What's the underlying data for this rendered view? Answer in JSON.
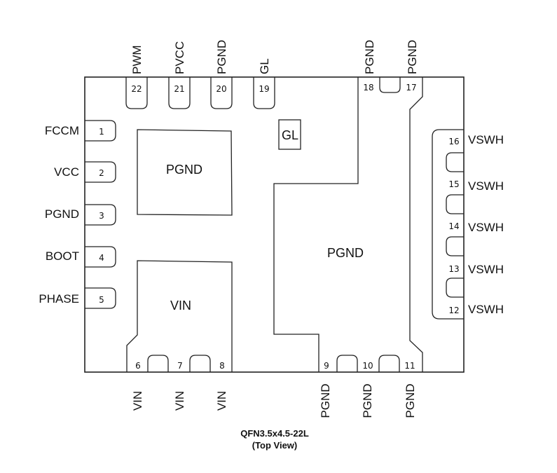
{
  "package": {
    "caption_line1": "QFN3.5x4.5-22L",
    "caption_line2": "(Top View)"
  },
  "pads": {
    "pgnd_top_left": "PGND",
    "vin": "VIN",
    "gl_small": "GL",
    "pgnd_large": "PGND"
  },
  "pins": {
    "top": [
      {
        "num": "22",
        "name": "PWM"
      },
      {
        "num": "21",
        "name": "PVCC"
      },
      {
        "num": "20",
        "name": "PGND"
      },
      {
        "num": "19",
        "name": "GL"
      },
      {
        "num": "18",
        "name": "PGND"
      },
      {
        "num": "17",
        "name": "PGND"
      }
    ],
    "left": [
      {
        "num": "1",
        "name": "FCCM"
      },
      {
        "num": "2",
        "name": "VCC"
      },
      {
        "num": "3",
        "name": "PGND"
      },
      {
        "num": "4",
        "name": "BOOT"
      },
      {
        "num": "5",
        "name": "PHASE"
      }
    ],
    "bottom": [
      {
        "num": "6",
        "name": "VIN"
      },
      {
        "num": "7",
        "name": "VIN"
      },
      {
        "num": "8",
        "name": "VIN"
      },
      {
        "num": "9",
        "name": "PGND"
      },
      {
        "num": "10",
        "name": "PGND"
      },
      {
        "num": "11",
        "name": "PGND"
      }
    ],
    "right": [
      {
        "num": "16",
        "name": "VSWH"
      },
      {
        "num": "15",
        "name": "VSWH"
      },
      {
        "num": "14",
        "name": "VSWH"
      },
      {
        "num": "13",
        "name": "VSWH"
      },
      {
        "num": "12",
        "name": "VSWH"
      }
    ]
  }
}
